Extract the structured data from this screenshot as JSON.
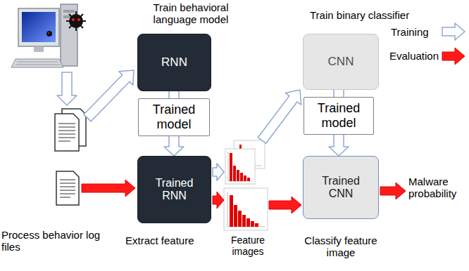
{
  "diagram": {
    "nodes": [
      {
        "text": [
          "RNN"
        ]
      },
      {
        "text": [
          "Trained model"
        ]
      },
      {
        "text": [
          "Trained RNN"
        ]
      },
      {
        "text": [
          "CNN"
        ]
      },
      {
        "text": [
          "Trained model"
        ]
      },
      {
        "text": [
          "Trained CNN"
        ]
      }
    ],
    "edges": [
      {
        "from": 0,
        "to": 1,
        "arrow": "none"
      },
      {
        "from": 1,
        "to": 2,
        "arrow": "to"
      },
      {
        "from": 3,
        "to": 4,
        "arrow": "none"
      },
      {
        "from": 4,
        "to": 5,
        "arrow": "to"
      }
    ],
    "labels": [
      "Train behavioral language model",
      "Train binary classifier",
      "Process behavior log files",
      "Extract feature",
      "Feature images",
      "Classify feature image",
      "Malware probability"
    ],
    "legend": [
      {
        "text": "Training"
      },
      {
        "text": "Evaluation"
      }
    ]
  }
}
